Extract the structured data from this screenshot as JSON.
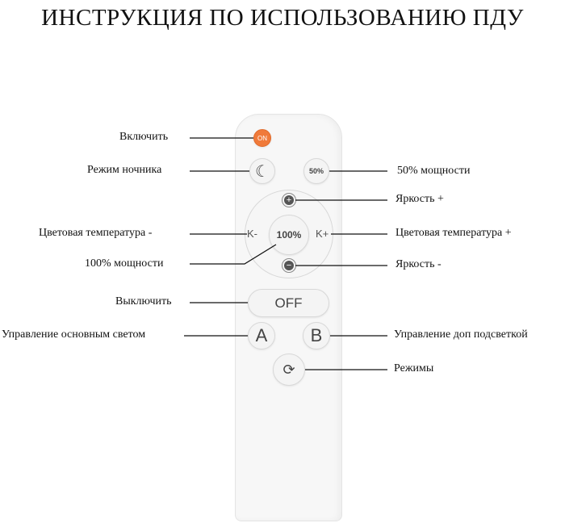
{
  "title": "ИНСТРУКЦИЯ ПО ИСПОЛЬЗОВАНИЮ ПДУ",
  "remote": {
    "on": "ON",
    "half": "50%",
    "full": "100%",
    "k_minus": "K-",
    "k_plus": "K+",
    "off": "OFF",
    "a": "A",
    "b": "B",
    "sun_plus": "+",
    "sun_minus": "−"
  },
  "labels": {
    "on": "Включить",
    "night": "Режим ночника",
    "half": "50% мощности",
    "bright_up": "Яркость +",
    "temp_down": "Цветовая температура -",
    "temp_up": "Цветовая температура +",
    "full": "100% мощности",
    "bright_down": "Яркость -",
    "off": "Выключить",
    "main_light": "Управление основным светом",
    "extra_light": "Управление доп подсветкой",
    "modes": "Режимы"
  },
  "colors": {
    "on_button": "#f07a3a"
  }
}
